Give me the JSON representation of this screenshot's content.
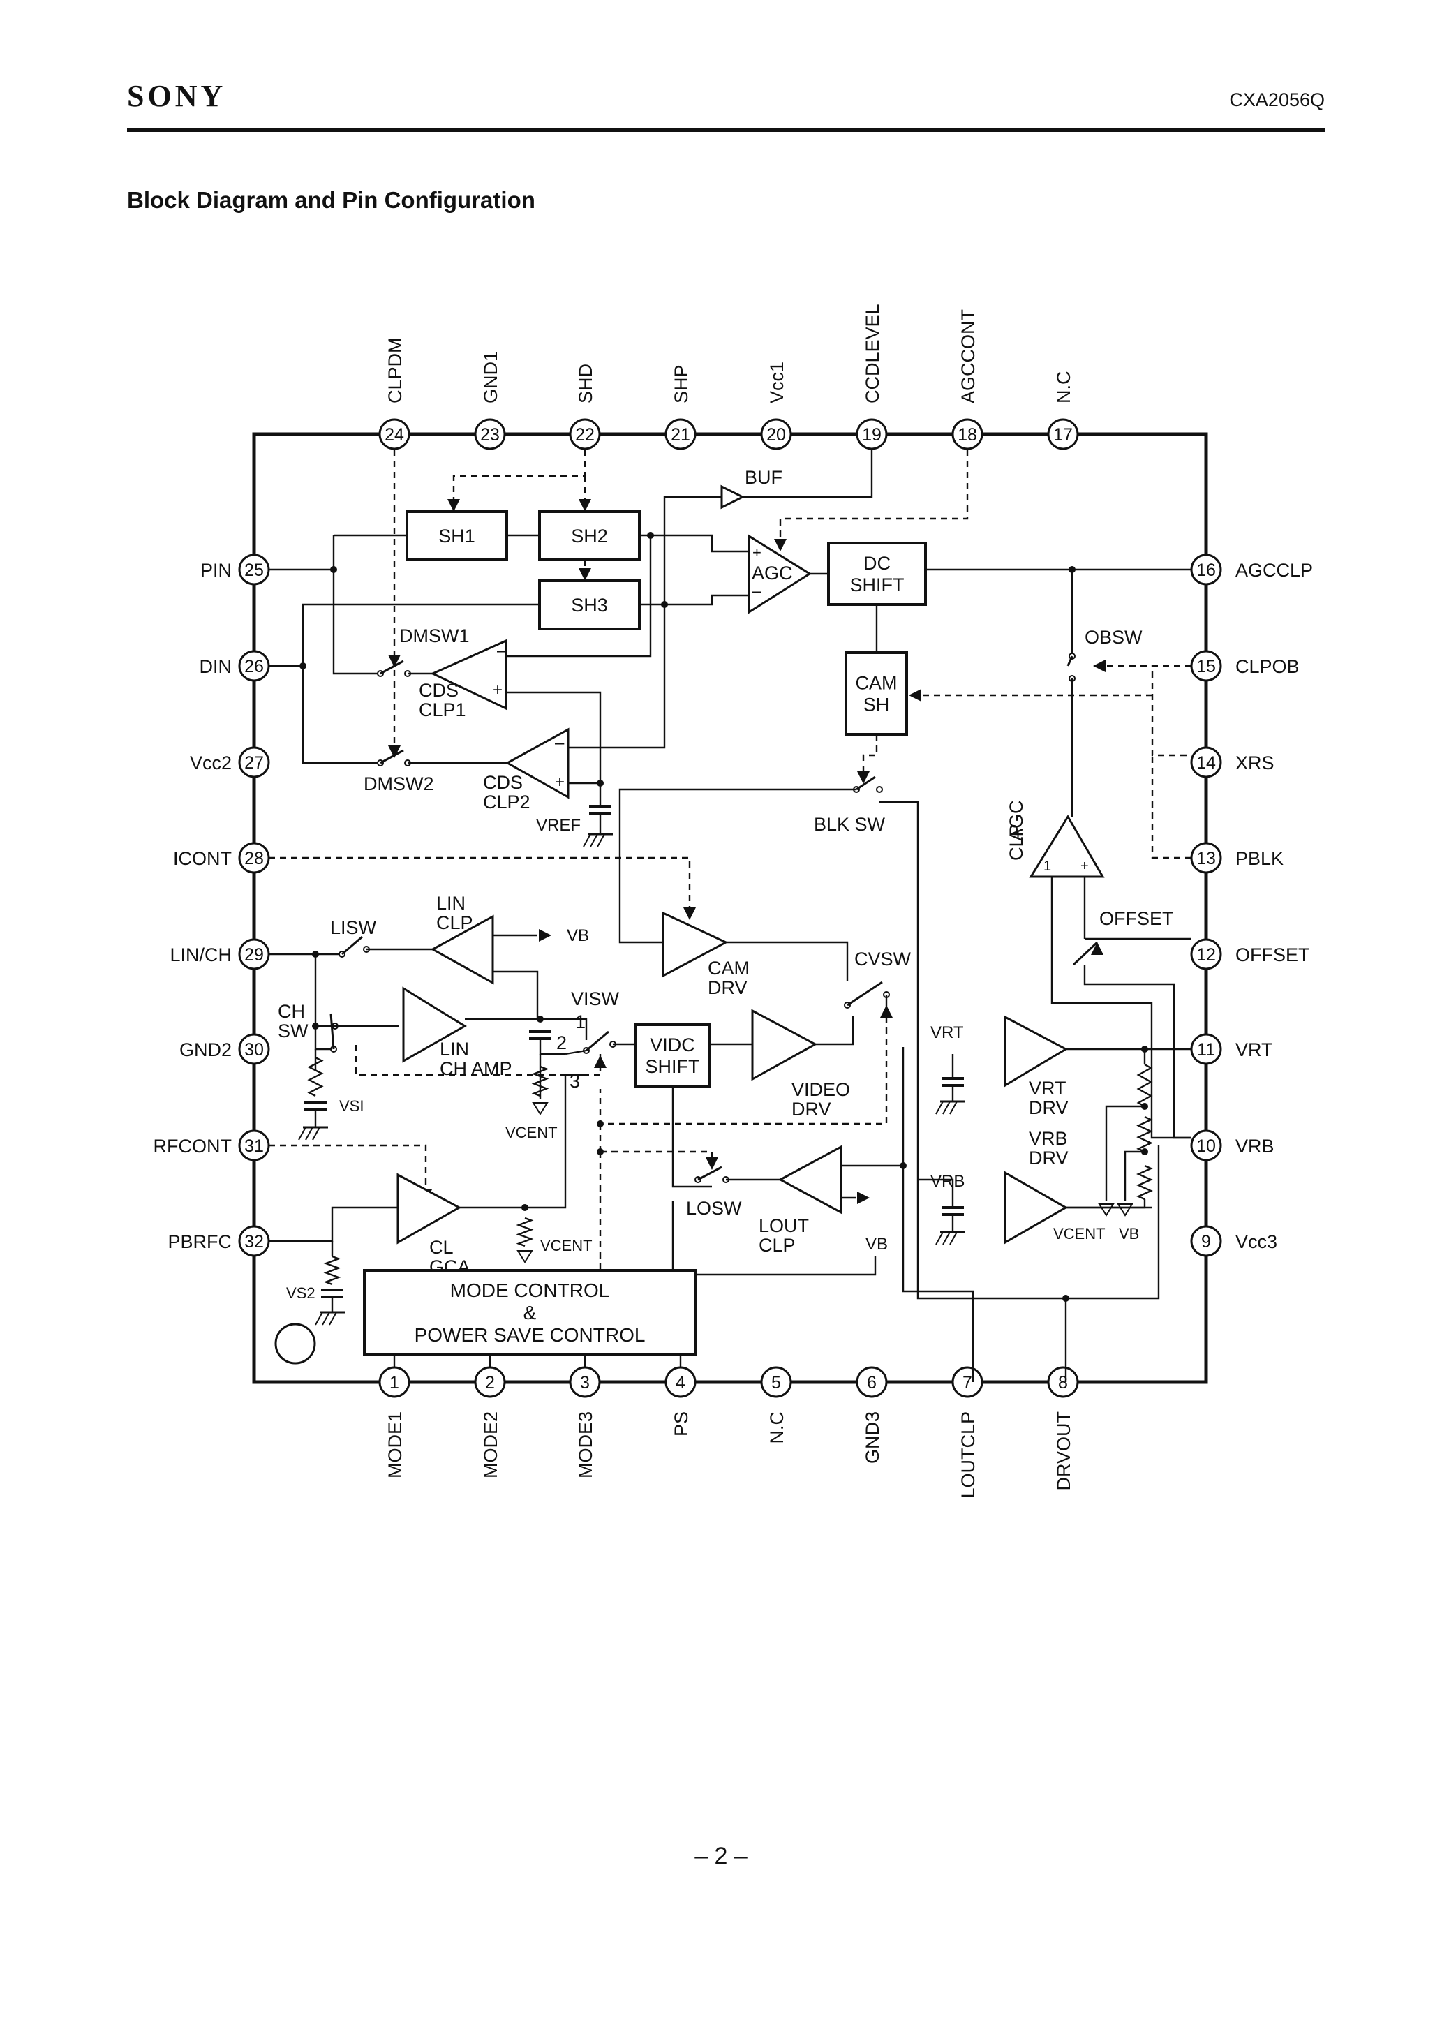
{
  "header": {
    "brand": "SONY",
    "part_number": "CXA2056Q"
  },
  "title": "Block Diagram and Pin Configuration",
  "page_number": "– 2 –",
  "pins": {
    "top": [
      {
        "num": "24",
        "name": "CLPDM"
      },
      {
        "num": "23",
        "name": "GND1"
      },
      {
        "num": "22",
        "name": "SHD"
      },
      {
        "num": "21",
        "name": "SHP"
      },
      {
        "num": "20",
        "name": "Vcc1"
      },
      {
        "num": "19",
        "name": "CCDLEVEL"
      },
      {
        "num": "18",
        "name": "AGCCONT"
      },
      {
        "num": "17",
        "name": "N.C"
      }
    ],
    "bottom": [
      {
        "num": "1",
        "name": "MODE1"
      },
      {
        "num": "2",
        "name": "MODE2"
      },
      {
        "num": "3",
        "name": "MODE3"
      },
      {
        "num": "4",
        "name": "PS"
      },
      {
        "num": "5",
        "name": "N.C"
      },
      {
        "num": "6",
        "name": "GND3"
      },
      {
        "num": "7",
        "name": "LOUTCLP"
      },
      {
        "num": "8",
        "name": "DRVOUT"
      }
    ],
    "left": [
      {
        "num": "25",
        "name": "PIN"
      },
      {
        "num": "26",
        "name": "DIN"
      },
      {
        "num": "27",
        "name": "Vcc2"
      },
      {
        "num": "28",
        "name": "ICONT"
      },
      {
        "num": "29",
        "name": "LIN/CH"
      },
      {
        "num": "30",
        "name": "GND2"
      },
      {
        "num": "31",
        "name": "RFCONT"
      },
      {
        "num": "32",
        "name": "PBRFC"
      }
    ],
    "right": [
      {
        "num": "16",
        "name": "AGCCLP"
      },
      {
        "num": "15",
        "name": "CLPOB"
      },
      {
        "num": "14",
        "name": "XRS"
      },
      {
        "num": "13",
        "name": "PBLK"
      },
      {
        "num": "12",
        "name": "OFFSET"
      },
      {
        "num": "11",
        "name": "VRT"
      },
      {
        "num": "10",
        "name": "VRB"
      },
      {
        "num": "9",
        "name": "Vcc3"
      }
    ]
  },
  "blocks": {
    "sh1": "SH1",
    "sh2": "SH2",
    "sh3": "SH3",
    "dc_shift": [
      "DC",
      "SHIFT"
    ],
    "cam_sh": [
      "CAM",
      "SH"
    ],
    "vidc_shift": [
      "VIDC",
      "SHIFT"
    ],
    "mode_control": [
      "MODE CONTROL",
      "&",
      "POWER SAVE CONTROL"
    ]
  },
  "labels": {
    "buf": "BUF",
    "agc": "AGC",
    "dmsw1": "DMSW1",
    "dmsw2": "DMSW2",
    "cds_clp1": [
      "CDS",
      "CLP1"
    ],
    "cds_clp2": [
      "CDS",
      "CLP2"
    ],
    "vref": "VREF",
    "obsw": "OBSW",
    "blk_sw": "BLK SW",
    "agc_clp": [
      "AGC",
      "CLP"
    ],
    "offset": "OFFSET",
    "cam_drv": [
      "CAM",
      "DRV"
    ],
    "cvsw": "CVSW",
    "lisw": "LISW",
    "lin_clp": [
      "LIN",
      "CLP"
    ],
    "vb": "VB",
    "ch_sw": [
      "CH",
      "SW"
    ],
    "lin_ch_amp": [
      "LIN",
      "CH AMP"
    ],
    "visw": "VISW",
    "visw_pos": [
      "1",
      "2",
      "3"
    ],
    "video_drv": [
      "VIDEO",
      "DRV"
    ],
    "vsi": "VSI",
    "vcent": "VCENT",
    "vrt": "VRT",
    "vrt_drv": [
      "VRT",
      "DRV"
    ],
    "vrb": "VRB",
    "vrb_drv": [
      "VRB",
      "DRV"
    ],
    "losw": "LOSW",
    "lout_clp": [
      "LOUT",
      "CLP"
    ],
    "cl_gca": [
      "CL",
      "GCA"
    ],
    "vs2": "VS2",
    "plus": "+",
    "minus": "–"
  }
}
